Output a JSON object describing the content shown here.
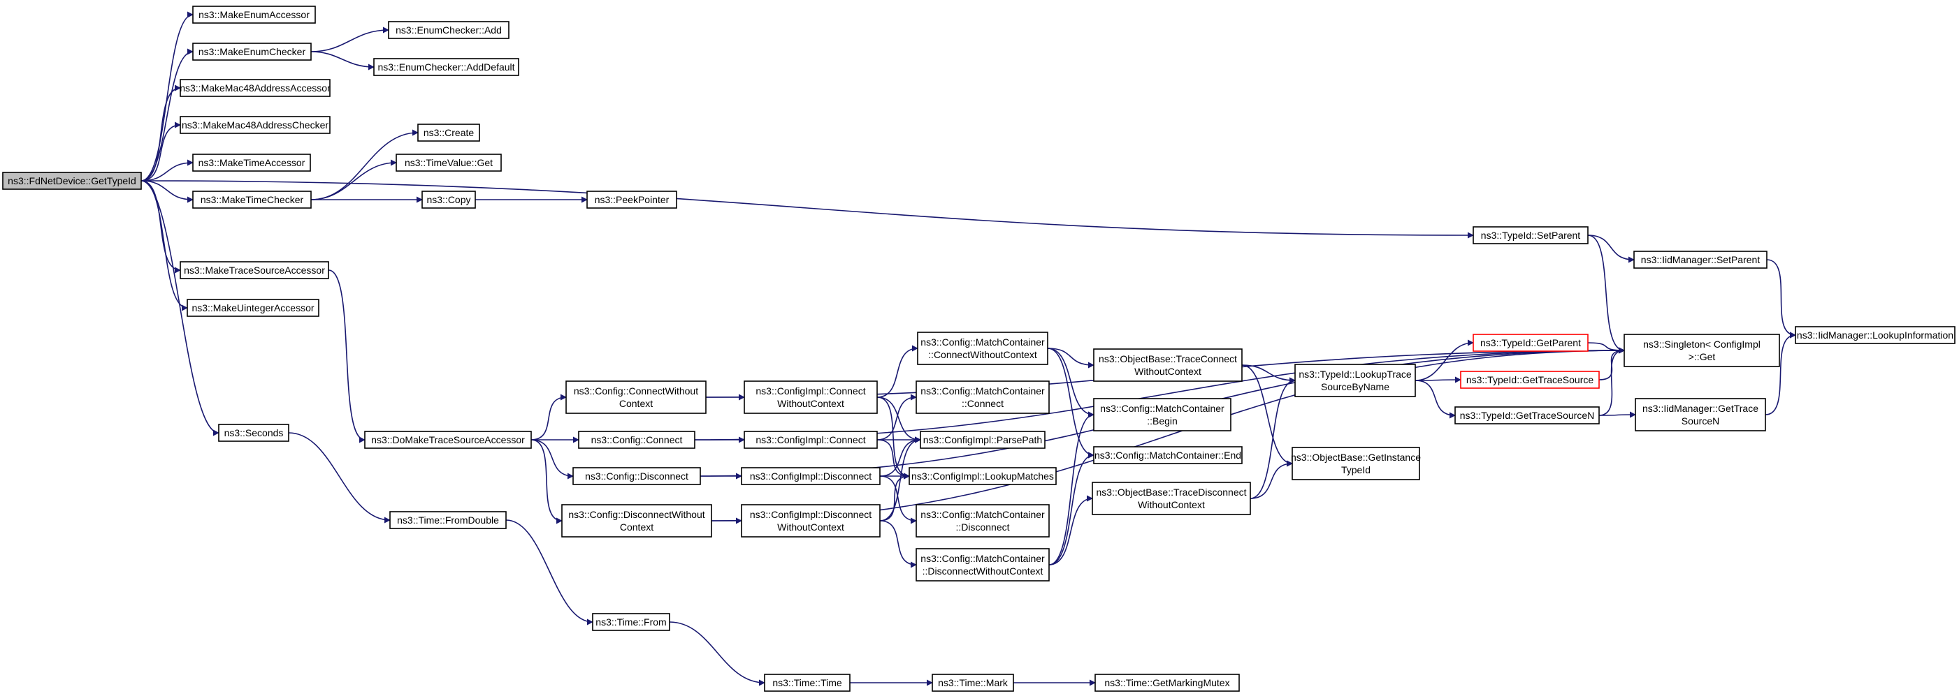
{
  "diagram": {
    "type": "call-graph",
    "colors": {
      "edge": "#191970",
      "root_fill": "#bfbfbf",
      "node_fill": "#ffffff",
      "node_border": "#000000",
      "truncated_border": "#ff0000"
    },
    "nodes": [
      {
        "id": "root",
        "lines": [
          "ns3::FdNetDevice::GetTypeId"
        ],
        "root": true
      },
      {
        "id": "mkEnumAcc",
        "lines": [
          "ns3::MakeEnumAccessor"
        ]
      },
      {
        "id": "mkEnumChk",
        "lines": [
          "ns3::MakeEnumChecker"
        ]
      },
      {
        "id": "mkMacAcc",
        "lines": [
          "ns3::MakeMac48AddressAccessor"
        ]
      },
      {
        "id": "mkMacChk",
        "lines": [
          "ns3::MakeMac48AddressChecker"
        ]
      },
      {
        "id": "mkTimeAcc",
        "lines": [
          "ns3::MakeTimeAccessor"
        ]
      },
      {
        "id": "mkTimeChk",
        "lines": [
          "ns3::MakeTimeChecker"
        ]
      },
      {
        "id": "mkTraceAcc",
        "lines": [
          "ns3::MakeTraceSourceAccessor"
        ]
      },
      {
        "id": "mkUintAcc",
        "lines": [
          "ns3::MakeUintegerAccessor"
        ]
      },
      {
        "id": "seconds",
        "lines": [
          "ns3::Seconds"
        ]
      },
      {
        "id": "enumAdd",
        "lines": [
          "ns3::EnumChecker::Add"
        ]
      },
      {
        "id": "enumAddDef",
        "lines": [
          "ns3::EnumChecker::AddDefault"
        ]
      },
      {
        "id": "create",
        "lines": [
          "ns3::Create"
        ]
      },
      {
        "id": "tvGet",
        "lines": [
          "ns3::TimeValue::Get"
        ]
      },
      {
        "id": "copy",
        "lines": [
          "ns3::Copy"
        ]
      },
      {
        "id": "peek",
        "lines": [
          "ns3::PeekPointer"
        ]
      },
      {
        "id": "tidSetParent",
        "lines": [
          "ns3::TypeId::SetParent"
        ]
      },
      {
        "id": "iidSetParent",
        "lines": [
          "ns3::IidManager::SetParent"
        ]
      },
      {
        "id": "lookupInfo",
        "lines": [
          "ns3::IidManager::LookupInformation"
        ]
      },
      {
        "id": "singleton",
        "lines": [
          "ns3::Singleton< ConfigImpl",
          " >::Get"
        ]
      },
      {
        "id": "doMake",
        "lines": [
          "ns3::DoMakeTraceSourceAccessor"
        ]
      },
      {
        "id": "cfgConnWO",
        "lines": [
          "ns3::Config::ConnectWithout",
          "Context"
        ]
      },
      {
        "id": "cfgConn",
        "lines": [
          "ns3::Config::Connect"
        ]
      },
      {
        "id": "cfgDisc",
        "lines": [
          "ns3::Config::Disconnect"
        ]
      },
      {
        "id": "cfgDiscWO",
        "lines": [
          "ns3::Config::DisconnectWithout",
          "Context"
        ]
      },
      {
        "id": "implConnWO",
        "lines": [
          "ns3::ConfigImpl::Connect",
          "WithoutContext"
        ]
      },
      {
        "id": "implConn",
        "lines": [
          "ns3::ConfigImpl::Connect"
        ]
      },
      {
        "id": "implDisc",
        "lines": [
          "ns3::ConfigImpl::Disconnect"
        ]
      },
      {
        "id": "implDiscWO",
        "lines": [
          "ns3::ConfigImpl::Disconnect",
          "WithoutContext"
        ]
      },
      {
        "id": "mcConnWO",
        "lines": [
          "ns3::Config::MatchContainer",
          "::ConnectWithoutContext"
        ]
      },
      {
        "id": "mcConnect",
        "lines": [
          "ns3::Config::MatchContainer",
          "::Connect"
        ]
      },
      {
        "id": "parsePath",
        "lines": [
          "ns3::ConfigImpl::ParsePath"
        ]
      },
      {
        "id": "lookupMatches",
        "lines": [
          "ns3::ConfigImpl::LookupMatches"
        ]
      },
      {
        "id": "mcDisconnect",
        "lines": [
          "ns3::Config::MatchContainer",
          "::Disconnect"
        ]
      },
      {
        "id": "mcDiscWO",
        "lines": [
          "ns3::Config::MatchContainer",
          "::DisconnectWithoutContext"
        ]
      },
      {
        "id": "obTraceConnWO",
        "lines": [
          "ns3::ObjectBase::TraceConnect",
          "WithoutContext"
        ]
      },
      {
        "id": "mcBegin",
        "lines": [
          "ns3::Config::MatchContainer",
          "::Begin"
        ]
      },
      {
        "id": "mcEnd",
        "lines": [
          "ns3::Config::MatchContainer::End"
        ]
      },
      {
        "id": "obTraceDiscWO",
        "lines": [
          "ns3::ObjectBase::TraceDisconnect",
          "WithoutContext"
        ]
      },
      {
        "id": "lookupTraceByName",
        "lines": [
          "ns3::TypeId::LookupTrace",
          "SourceByName"
        ]
      },
      {
        "id": "getInstanceTid",
        "lines": [
          "ns3::ObjectBase::GetInstance",
          "TypeId"
        ]
      },
      {
        "id": "tidGetParent",
        "lines": [
          "ns3::TypeId::GetParent"
        ],
        "truncated": true
      },
      {
        "id": "tidGetTraceSource",
        "lines": [
          "ns3::TypeId::GetTraceSource"
        ],
        "truncated": true
      },
      {
        "id": "tidGetTraceSourceN",
        "lines": [
          "ns3::TypeId::GetTraceSourceN"
        ]
      },
      {
        "id": "iidGetTraceSourceN",
        "lines": [
          "ns3::IidManager::GetTrace",
          "SourceN"
        ]
      },
      {
        "id": "fromDouble",
        "lines": [
          "ns3::Time::FromDouble"
        ]
      },
      {
        "id": "timeFrom",
        "lines": [
          "ns3::Time::From"
        ]
      },
      {
        "id": "timeTime",
        "lines": [
          "ns3::Time::Time"
        ]
      },
      {
        "id": "timeMark",
        "lines": [
          "ns3::Time::Mark"
        ]
      },
      {
        "id": "getMarkingMutex",
        "lines": [
          "ns3::Time::GetMarkingMutex"
        ]
      }
    ],
    "edges": [
      [
        "root",
        "mkEnumAcc"
      ],
      [
        "root",
        "mkEnumChk"
      ],
      [
        "root",
        "mkMacAcc"
      ],
      [
        "root",
        "mkMacChk"
      ],
      [
        "root",
        "mkTimeAcc"
      ],
      [
        "root",
        "mkTimeChk"
      ],
      [
        "root",
        "tidSetParent"
      ],
      [
        "root",
        "mkTraceAcc"
      ],
      [
        "root",
        "mkUintAcc"
      ],
      [
        "root",
        "seconds"
      ],
      [
        "mkEnumChk",
        "enumAdd"
      ],
      [
        "mkEnumChk",
        "enumAddDef"
      ],
      [
        "mkTimeChk",
        "create"
      ],
      [
        "mkTimeChk",
        "tvGet"
      ],
      [
        "mkTimeChk",
        "copy"
      ],
      [
        "copy",
        "peek"
      ],
      [
        "tidSetParent",
        "iidSetParent"
      ],
      [
        "tidSetParent",
        "singleton"
      ],
      [
        "iidSetParent",
        "lookupInfo"
      ],
      [
        "mkTraceAcc",
        "doMake"
      ],
      [
        "doMake",
        "cfgConnWO"
      ],
      [
        "doMake",
        "cfgConn"
      ],
      [
        "doMake",
        "cfgDisc"
      ],
      [
        "doMake",
        "cfgDiscWO"
      ],
      [
        "cfgConnWO",
        "implConnWO"
      ],
      [
        "cfgConnWO",
        "singleton"
      ],
      [
        "cfgConn",
        "implConn"
      ],
      [
        "cfgConn",
        "singleton"
      ],
      [
        "cfgDisc",
        "implDisc"
      ],
      [
        "cfgDisc",
        "singleton"
      ],
      [
        "cfgDiscWO",
        "implDiscWO"
      ],
      [
        "cfgDiscWO",
        "singleton"
      ],
      [
        "implConnWO",
        "mcConnWO"
      ],
      [
        "implConnWO",
        "parsePath"
      ],
      [
        "implConnWO",
        "lookupMatches"
      ],
      [
        "implConn",
        "mcConnect"
      ],
      [
        "implConn",
        "parsePath"
      ],
      [
        "implConn",
        "lookupMatches"
      ],
      [
        "implDisc",
        "parsePath"
      ],
      [
        "implDisc",
        "lookupMatches"
      ],
      [
        "implDisc",
        "mcDisconnect"
      ],
      [
        "implDiscWO",
        "parsePath"
      ],
      [
        "implDiscWO",
        "lookupMatches"
      ],
      [
        "implDiscWO",
        "mcDiscWO"
      ],
      [
        "mcConnWO",
        "obTraceConnWO"
      ],
      [
        "mcConnWO",
        "mcBegin"
      ],
      [
        "mcConnWO",
        "mcEnd"
      ],
      [
        "mcDiscWO",
        "mcBegin"
      ],
      [
        "mcDiscWO",
        "mcEnd"
      ],
      [
        "mcDiscWO",
        "obTraceDiscWO"
      ],
      [
        "obTraceConnWO",
        "lookupTraceByName"
      ],
      [
        "obTraceConnWO",
        "getInstanceTid"
      ],
      [
        "obTraceDiscWO",
        "lookupTraceByName"
      ],
      [
        "obTraceDiscWO",
        "getInstanceTid"
      ],
      [
        "lookupTraceByName",
        "tidGetParent"
      ],
      [
        "lookupTraceByName",
        "tidGetTraceSource"
      ],
      [
        "lookupTraceByName",
        "tidGetTraceSourceN"
      ],
      [
        "tidGetParent",
        "singleton"
      ],
      [
        "tidGetTraceSource",
        "singleton"
      ],
      [
        "tidGetTraceSourceN",
        "singleton"
      ],
      [
        "tidGetTraceSourceN",
        "iidGetTraceSourceN"
      ],
      [
        "iidGetTraceSourceN",
        "lookupInfo"
      ],
      [
        "seconds",
        "fromDouble"
      ],
      [
        "fromDouble",
        "timeFrom"
      ],
      [
        "timeFrom",
        "timeTime"
      ],
      [
        "timeTime",
        "timeMark"
      ],
      [
        "timeMark",
        "getMarkingMutex"
      ]
    ]
  }
}
